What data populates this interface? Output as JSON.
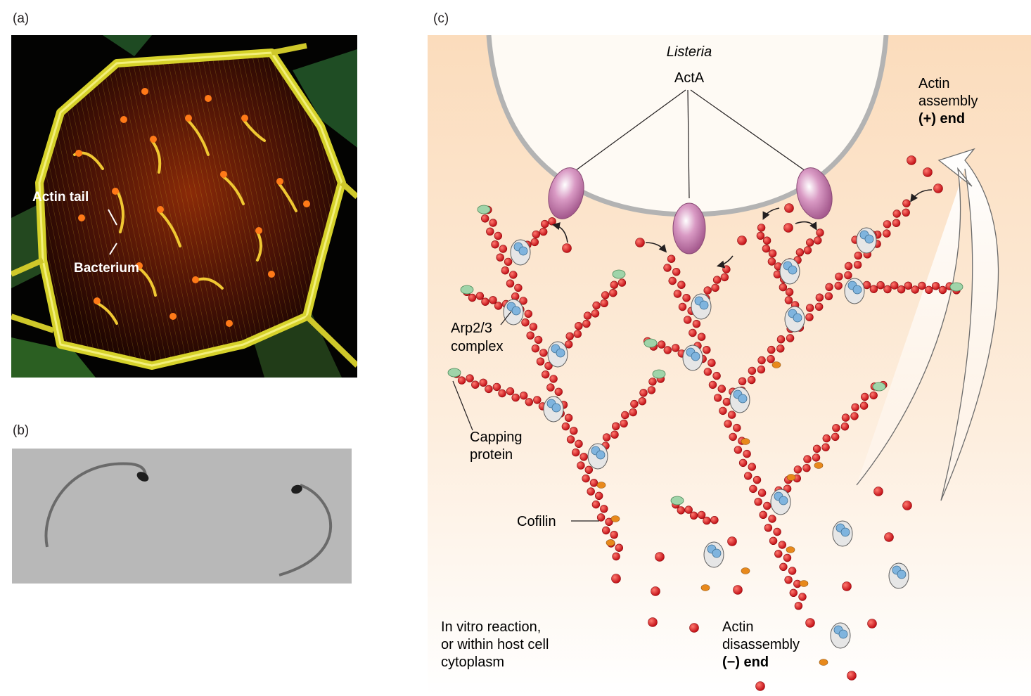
{
  "panels": {
    "a": "(a)",
    "b": "(b)",
    "c": "(c)"
  },
  "micro_a": {
    "label_actin_tail": "Actin tail",
    "label_bacterium": "Bacterium"
  },
  "diagram": {
    "listeria": "Listeria",
    "acta": "ActA",
    "assembly": [
      "Actin",
      "assembly",
      "(+) end"
    ],
    "arp": [
      "Arp2/3",
      "complex"
    ],
    "capping": [
      "Capping",
      "protein"
    ],
    "cofilin": "Cofilin",
    "invitro": [
      "In vitro reaction,",
      "or within host cell",
      "cytoplasm"
    ],
    "disassembly": [
      "Actin",
      "disassembly",
      "(−) end"
    ]
  },
  "colors": {
    "actin": "#d7191c",
    "arp_blue": "#7fb4de",
    "capping_green": "#9fd4a9",
    "cofilin": "#e8891b",
    "acta": "#c777a8",
    "background_top": "#fbdcbc"
  }
}
